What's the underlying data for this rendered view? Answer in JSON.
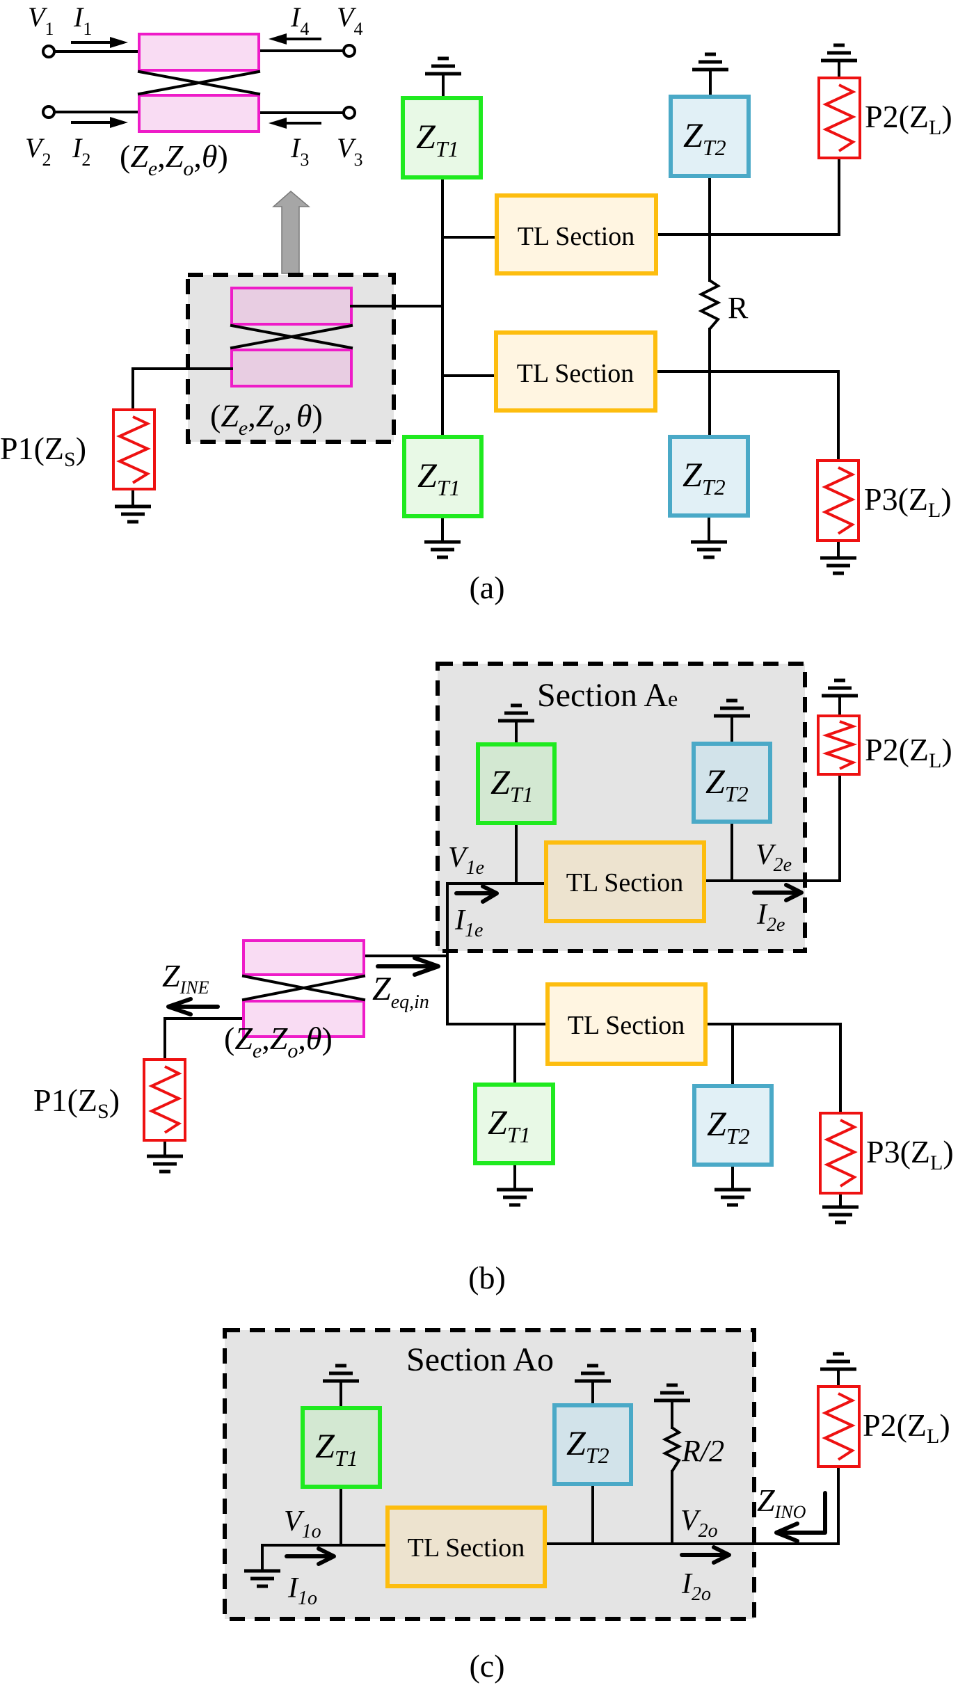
{
  "figure": {
    "panel_labels": [
      "(a)",
      "(b)",
      "(c)"
    ],
    "colors": {
      "coupler": "#ee1cc8",
      "zt1": "#1fea1f",
      "zt2": "#4aa9c7",
      "tl_section": "#fdbd0f",
      "port": "#ee1111",
      "section_fill": "#e4e4e4",
      "zoom_arrow": "#a6a6a6"
    }
  },
  "coupler_inset": {
    "ports": [
      {
        "v": "V",
        "v_sub": "1",
        "i": "I",
        "i_sub": "1"
      },
      {
        "v": "V",
        "v_sub": "2",
        "i": "I",
        "i_sub": "2"
      },
      {
        "v": "V",
        "v_sub": "3",
        "i": "I",
        "i_sub": "3"
      },
      {
        "v": "V",
        "v_sub": "4",
        "i": "I",
        "i_sub": "4"
      }
    ],
    "params": {
      "open": "(",
      "z": "Z",
      "e": "e",
      "comma": ",",
      "o": "o",
      "theta": "θ",
      "close": ")"
    }
  },
  "labels": {
    "z": "Z",
    "t1_sub": "T1",
    "t2_sub": "T2",
    "tl_section": "TL Section",
    "r": "R",
    "r_half": "R/2",
    "p1": "P1(Z",
    "p1_sub": "S",
    "p2": "P2(Z",
    "p3": "P3(Z",
    "pl_sub": "L",
    "close_paren": ")",
    "section_ae": "Section A",
    "section_ae_sub": "e",
    "section_ao": "Section Ao",
    "z_ine_sub": "INE",
    "z_eq_sub": "eq,in",
    "z_ino_sub": "INO",
    "v": "V",
    "i": "I",
    "sub_1e": "1e",
    "sub_2e": "2e",
    "sub_1o": "1o",
    "sub_2o": "2o"
  }
}
